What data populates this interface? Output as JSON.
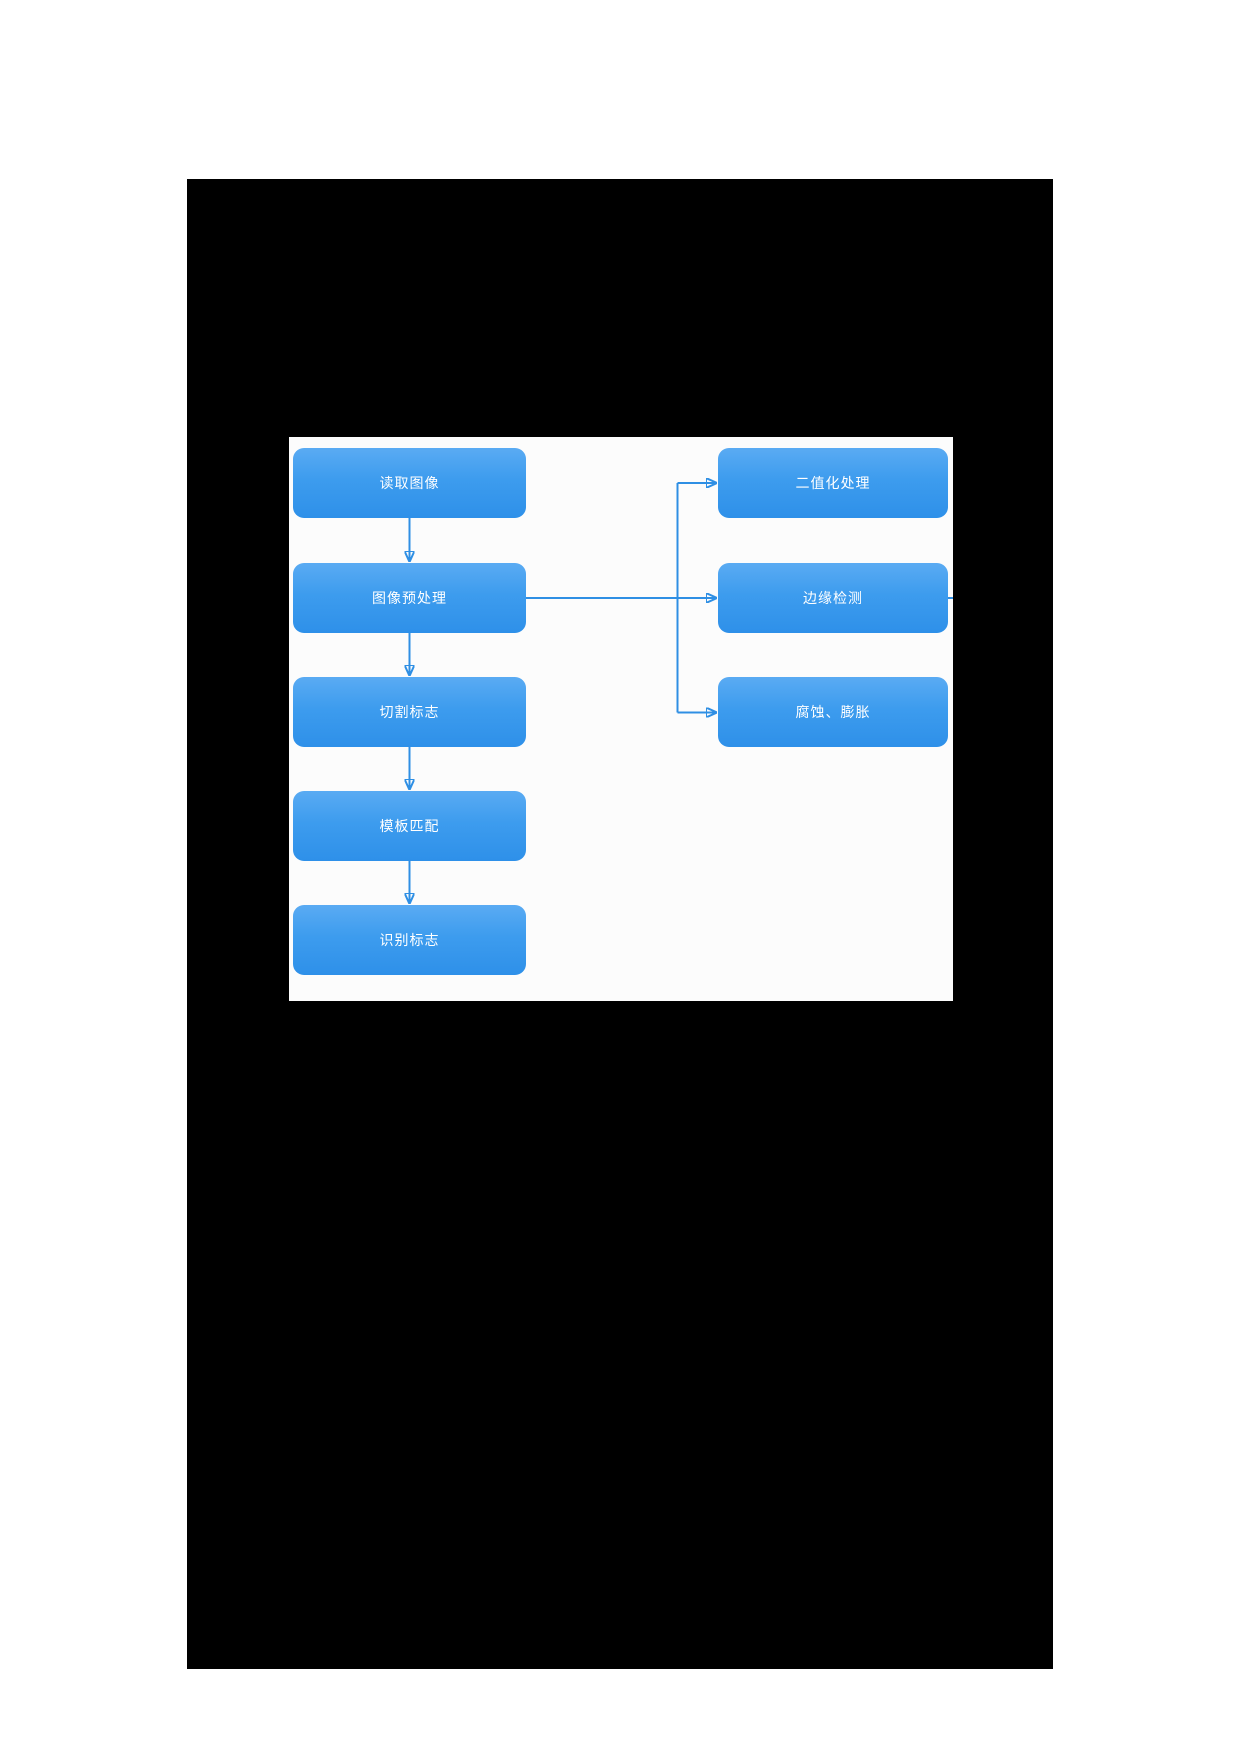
{
  "page": {
    "background_color": "#ffffff"
  },
  "screenshot_block": {
    "background_color": "#000000"
  },
  "flowchart": {
    "panel_background_color": "#fcfcfc",
    "node_gradient_top_color": "#5aabf3",
    "node_gradient_bottom_color": "#2e90e9",
    "connector_color": "#2f8fe4",
    "node_text_color": "#ffffff",
    "left_nodes": [
      {
        "id": "read-image",
        "label": "读取图像"
      },
      {
        "id": "preprocess",
        "label": "图像预处理"
      },
      {
        "id": "cut-sign",
        "label": "切割标志"
      },
      {
        "id": "template-match",
        "label": "模板匹配"
      },
      {
        "id": "recognize-sign",
        "label": "识别标志"
      }
    ],
    "right_nodes": [
      {
        "id": "binarization",
        "label": "二值化处理"
      },
      {
        "id": "edge-detection",
        "label": "边缘检测"
      },
      {
        "id": "erode-dilate",
        "label": "腐蚀、膨胀"
      }
    ]
  }
}
